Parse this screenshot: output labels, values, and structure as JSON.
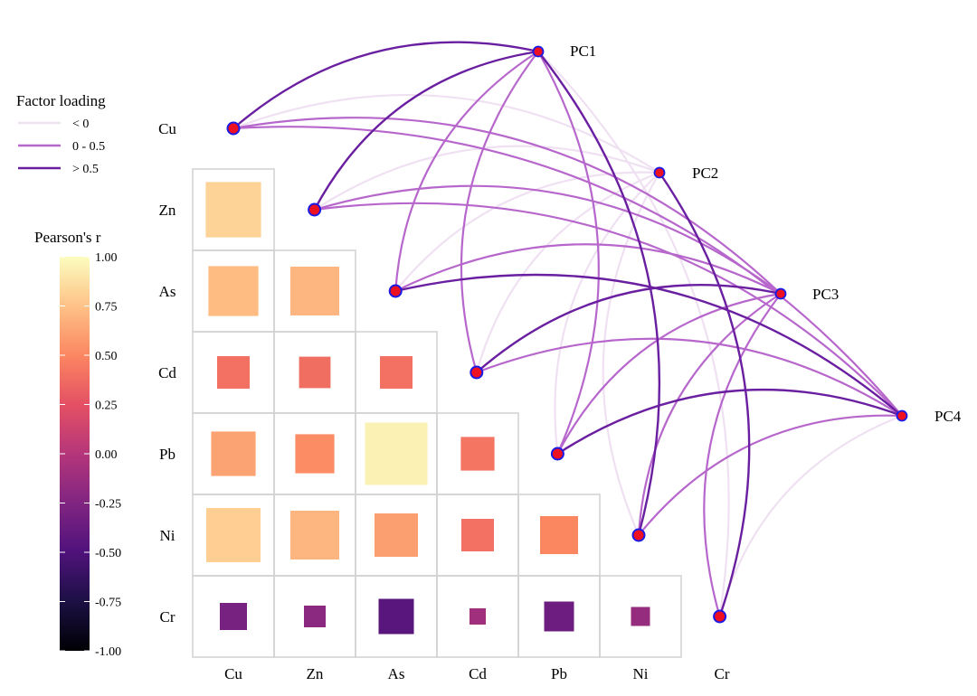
{
  "chart_data": {
    "type": "heatmap",
    "variables": [
      "Cu",
      "Zn",
      "As",
      "Cd",
      "Pb",
      "Ni",
      "Cr"
    ],
    "correlation_lower": [
      {
        "row": "Zn",
        "col": "Cu",
        "r": 0.82
      },
      {
        "row": "As",
        "col": "Cu",
        "r": 0.72
      },
      {
        "row": "As",
        "col": "Zn",
        "r": 0.7
      },
      {
        "row": "Cd",
        "col": "Cu",
        "r": 0.4
      },
      {
        "row": "Cd",
        "col": "Zn",
        "r": 0.38
      },
      {
        "row": "Cd",
        "col": "As",
        "r": 0.4
      },
      {
        "row": "Pb",
        "col": "Cu",
        "r": 0.62
      },
      {
        "row": "Pb",
        "col": "Zn",
        "r": 0.52
      },
      {
        "row": "Pb",
        "col": "As",
        "r": 0.95
      },
      {
        "row": "Pb",
        "col": "Cd",
        "r": 0.42
      },
      {
        "row": "Ni",
        "col": "Cu",
        "r": 0.8
      },
      {
        "row": "Ni",
        "col": "Zn",
        "r": 0.7
      },
      {
        "row": "Ni",
        "col": "As",
        "r": 0.6
      },
      {
        "row": "Ni",
        "col": "Cd",
        "r": 0.4
      },
      {
        "row": "Ni",
        "col": "Pb",
        "r": 0.5
      },
      {
        "row": "Cr",
        "col": "Cu",
        "r": -0.3
      },
      {
        "row": "Cr",
        "col": "Zn",
        "r": -0.2
      },
      {
        "row": "Cr",
        "col": "As",
        "r": -0.45
      },
      {
        "row": "Cr",
        "col": "Cd",
        "r": -0.1
      },
      {
        "row": "Cr",
        "col": "Pb",
        "r": -0.35
      },
      {
        "row": "Cr",
        "col": "Ni",
        "r": -0.15
      }
    ],
    "pc_labels": [
      "PC1",
      "PC2",
      "PC3",
      "PC4"
    ],
    "factor_loadings": [
      {
        "var": "Cu",
        "pc": "PC1",
        "loading": 0.7
      },
      {
        "var": "Cu",
        "pc": "PC2",
        "loading": -0.1
      },
      {
        "var": "Cu",
        "pc": "PC3",
        "loading": 0.3
      },
      {
        "var": "Cu",
        "pc": "PC4",
        "loading": 0.3
      },
      {
        "var": "Zn",
        "pc": "PC1",
        "loading": 0.7
      },
      {
        "var": "Zn",
        "pc": "PC2",
        "loading": -0.1
      },
      {
        "var": "Zn",
        "pc": "PC3",
        "loading": 0.3
      },
      {
        "var": "Zn",
        "pc": "PC4",
        "loading": 0.3
      },
      {
        "var": "As",
        "pc": "PC1",
        "loading": 0.3
      },
      {
        "var": "As",
        "pc": "PC2",
        "loading": -0.1
      },
      {
        "var": "As",
        "pc": "PC3",
        "loading": 0.3
      },
      {
        "var": "As",
        "pc": "PC4",
        "loading": 0.7
      },
      {
        "var": "Cd",
        "pc": "PC1",
        "loading": 0.3
      },
      {
        "var": "Cd",
        "pc": "PC2",
        "loading": -0.1
      },
      {
        "var": "Cd",
        "pc": "PC3",
        "loading": 0.7
      },
      {
        "var": "Cd",
        "pc": "PC4",
        "loading": 0.3
      },
      {
        "var": "Pb",
        "pc": "PC1",
        "loading": 0.3
      },
      {
        "var": "Pb",
        "pc": "PC2",
        "loading": -0.1
      },
      {
        "var": "Pb",
        "pc": "PC3",
        "loading": 0.3
      },
      {
        "var": "Pb",
        "pc": "PC4",
        "loading": 0.7
      },
      {
        "var": "Ni",
        "pc": "PC1",
        "loading": 0.7
      },
      {
        "var": "Ni",
        "pc": "PC2",
        "loading": -0.1
      },
      {
        "var": "Ni",
        "pc": "PC3",
        "loading": 0.3
      },
      {
        "var": "Ni",
        "pc": "PC4",
        "loading": 0.3
      },
      {
        "var": "Cr",
        "pc": "PC1",
        "loading": -0.1
      },
      {
        "var": "Cr",
        "pc": "PC2",
        "loading": 0.7
      },
      {
        "var": "Cr",
        "pc": "PC3",
        "loading": 0.3
      },
      {
        "var": "Cr",
        "pc": "PC4",
        "loading": -0.1
      }
    ],
    "loading_legend": {
      "title": "Factor loading",
      "items": [
        {
          "label": "< 0",
          "color": "#efe1f2"
        },
        {
          "label": "0 - 0.5",
          "color": "#b767cc"
        },
        {
          "label": "> 0.5",
          "color": "#6a1fa0"
        }
      ]
    },
    "colorbar": {
      "title": "Pearson's r",
      "range": [
        -1,
        1
      ],
      "ticks": [
        "1.00",
        "0.75",
        "0.50",
        "0.25",
        "0.00",
        "-0.25",
        "-0.50",
        "-0.75",
        "-1.00"
      ],
      "palette": [
        "#000004",
        "#1c1044",
        "#4f127b",
        "#812581",
        "#b5367a",
        "#e55064",
        "#fb8761",
        "#fec287",
        "#fcfdbf"
      ]
    },
    "node_fill": "#ee1122",
    "node_stroke": "#1a1ae6"
  }
}
